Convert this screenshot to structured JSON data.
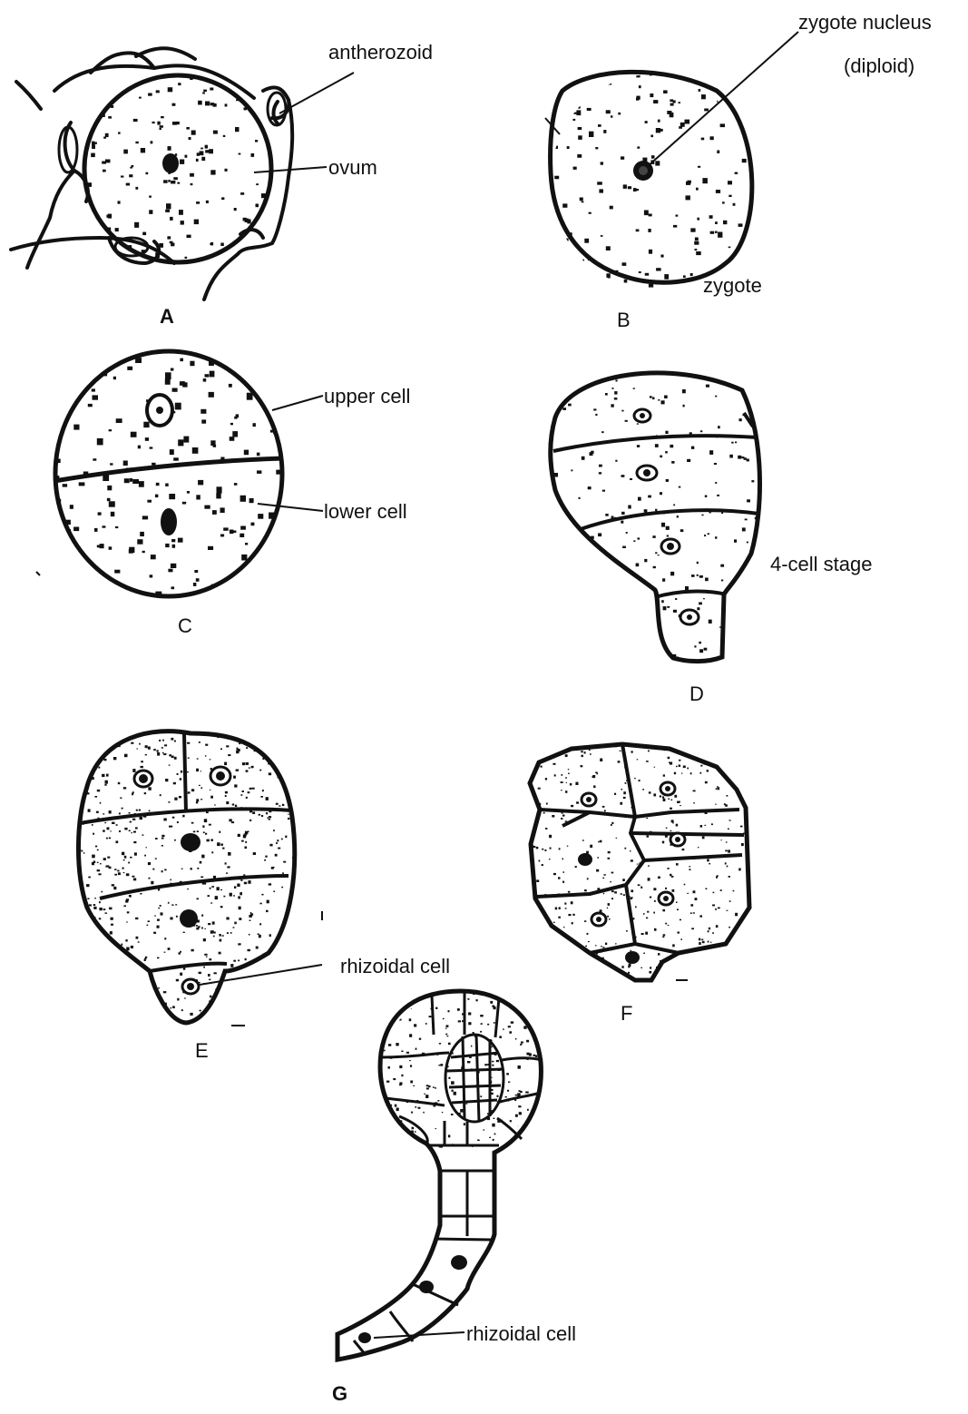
{
  "panels": {
    "A": {
      "letter": "A",
      "labels": {
        "antherozoid": "antherozoid",
        "ovum": "ovum"
      }
    },
    "B": {
      "letter": "B",
      "labels": {
        "nucleus_line1": "zygote nucleus",
        "nucleus_line2": "(diploid)",
        "zygote": "zygote"
      }
    },
    "C": {
      "letter": "C",
      "labels": {
        "upper": "upper cell",
        "lower": "lower cell"
      }
    },
    "D": {
      "letter": "D",
      "labels": {
        "stage": "4-cell stage"
      }
    },
    "E": {
      "letter": "E",
      "labels": {
        "rhizoidal": "rhizoidal cell"
      }
    },
    "F": {
      "letter": "F"
    },
    "G": {
      "letter": "G",
      "labels": {
        "rhizoidal": "rhizoidal cell"
      }
    }
  },
  "colors": {
    "stroke": "#111111",
    "background": "#ffffff"
  }
}
